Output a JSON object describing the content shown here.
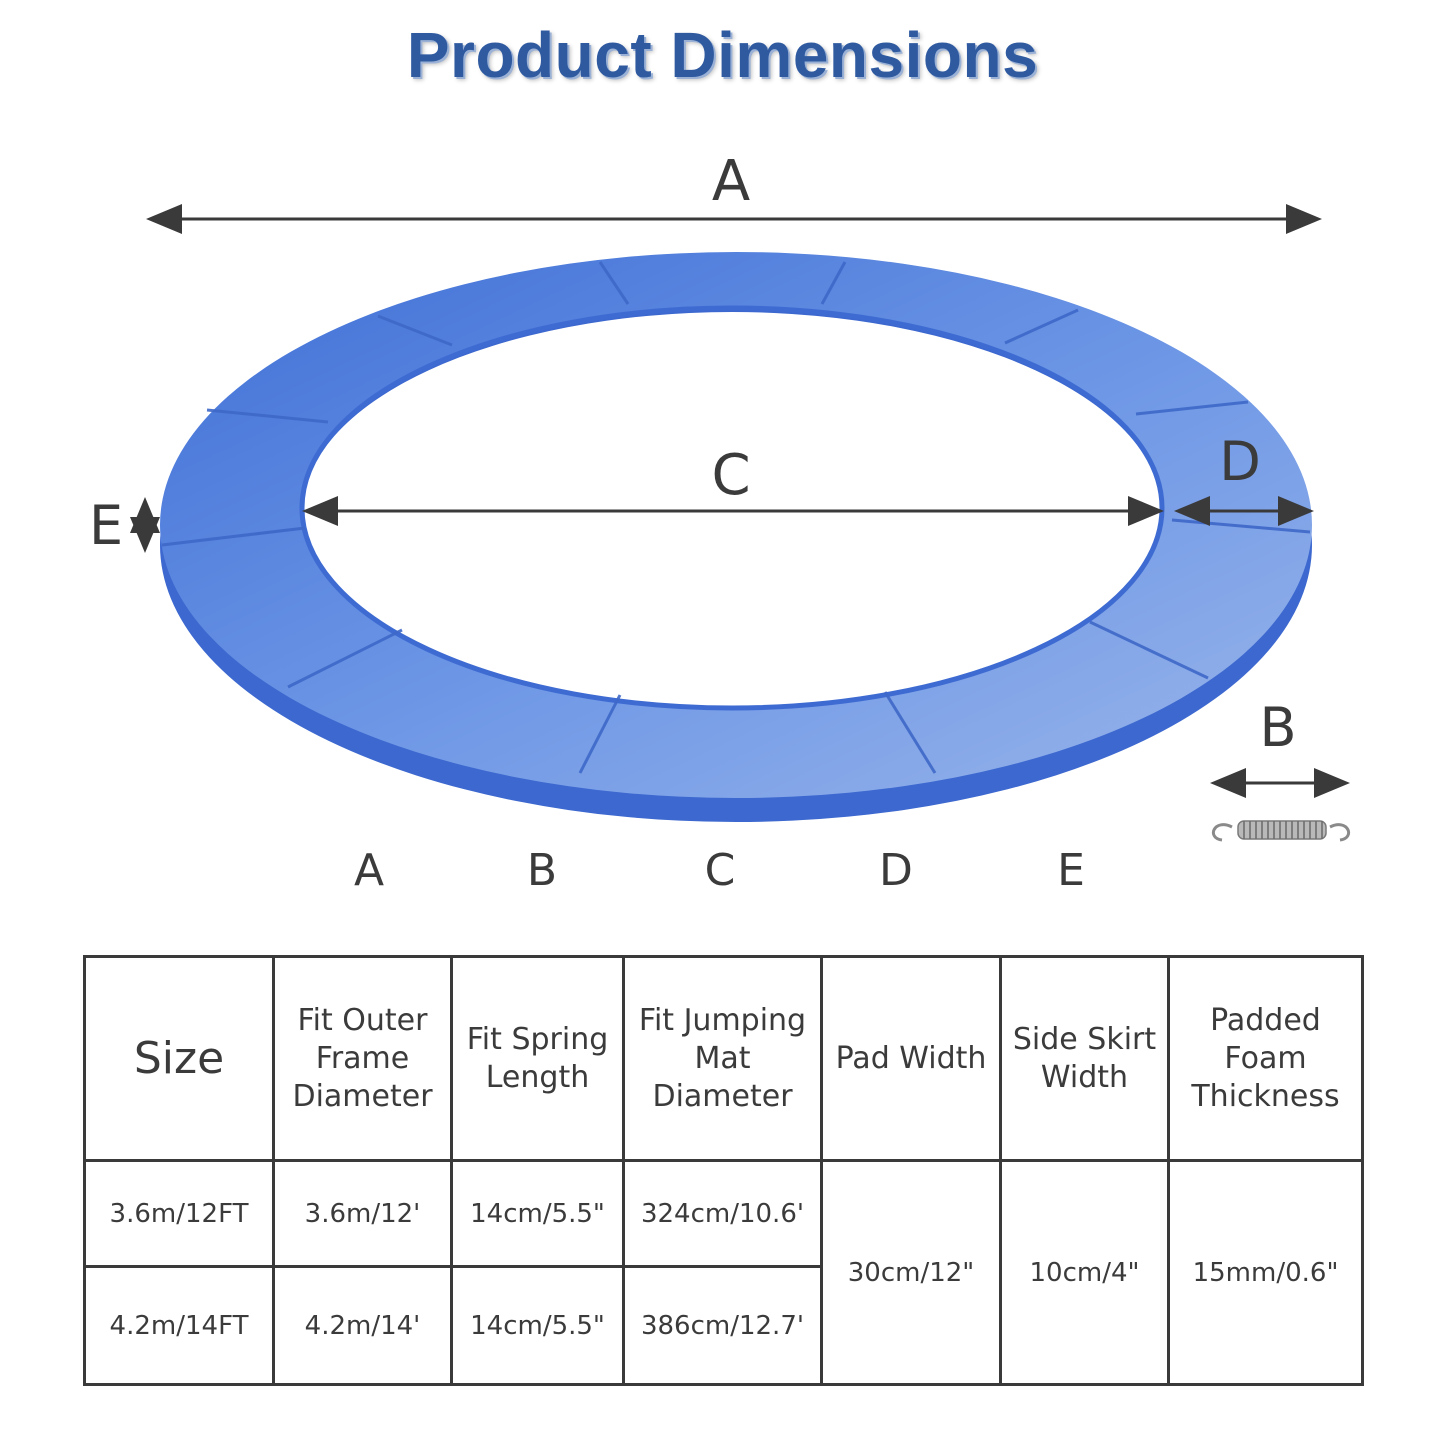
{
  "title": "Product Dimensions",
  "diagram": {
    "labels": {
      "a": "A",
      "b": "B",
      "c": "C",
      "d": "D",
      "e": "E"
    },
    "legend": [
      "A",
      "B",
      "C",
      "D",
      "E"
    ],
    "ring_color": "#5b87dd",
    "arrow_color": "#3a3a3a"
  },
  "table": {
    "headers": [
      "Size",
      "Fit Outer Frame Diameter",
      "Fit Spring Length",
      "Fit Jumping Mat Diameter",
      "Pad Width",
      "Side Skirt Width",
      "Padded Foam Thickness"
    ],
    "rows": [
      {
        "size": "3.6m/12FT",
        "frame": "3.6m/12'",
        "spring": "14cm/5.5\"",
        "mat": "324cm/10.6'"
      },
      {
        "size": "4.2m/14FT",
        "frame": "4.2m/14'",
        "spring": "14cm/5.5\"",
        "mat": "386cm/12.7'"
      }
    ],
    "shared": {
      "pad_width": "30cm/12\"",
      "skirt_width": "10cm/4\"",
      "foam_thickness": "15mm/0.6\""
    }
  }
}
